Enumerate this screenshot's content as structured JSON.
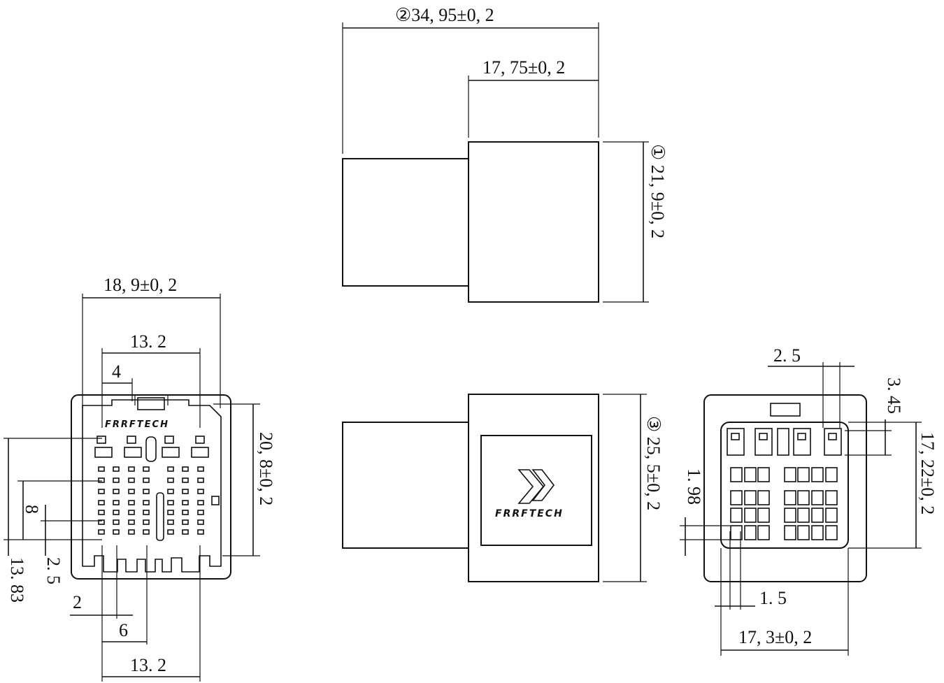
{
  "top_view": {
    "dim_total_length": "②34, 95±0, 2",
    "dim_head_length": "17, 75±0, 2",
    "dim_height": "① 21, 9±0, 2"
  },
  "side_view": {
    "dim_height": "③ 25, 5±0, 2",
    "logo": "FRRFTECH"
  },
  "front_view": {
    "dim_width": "18, 9±0, 2",
    "dim_pitch_top": "13. 2",
    "dim_4": "4",
    "dim_height": "20, 8±0, 2",
    "dim_8": "8",
    "dim_2_5": "2. 5",
    "dim_13_83": "13. 83",
    "dim_2": "2",
    "dim_6": "6",
    "dim_pitch_bottom": "13. 2",
    "logo": "FRRFTECH"
  },
  "rear_view": {
    "dim_2_5": "2. 5",
    "dim_3_45": "3. 45",
    "dim_1_98": "1. 98",
    "dim_height": "17, 22±0, 2",
    "dim_1_5": "1. 5",
    "dim_width": "17, 3±0, 2"
  }
}
